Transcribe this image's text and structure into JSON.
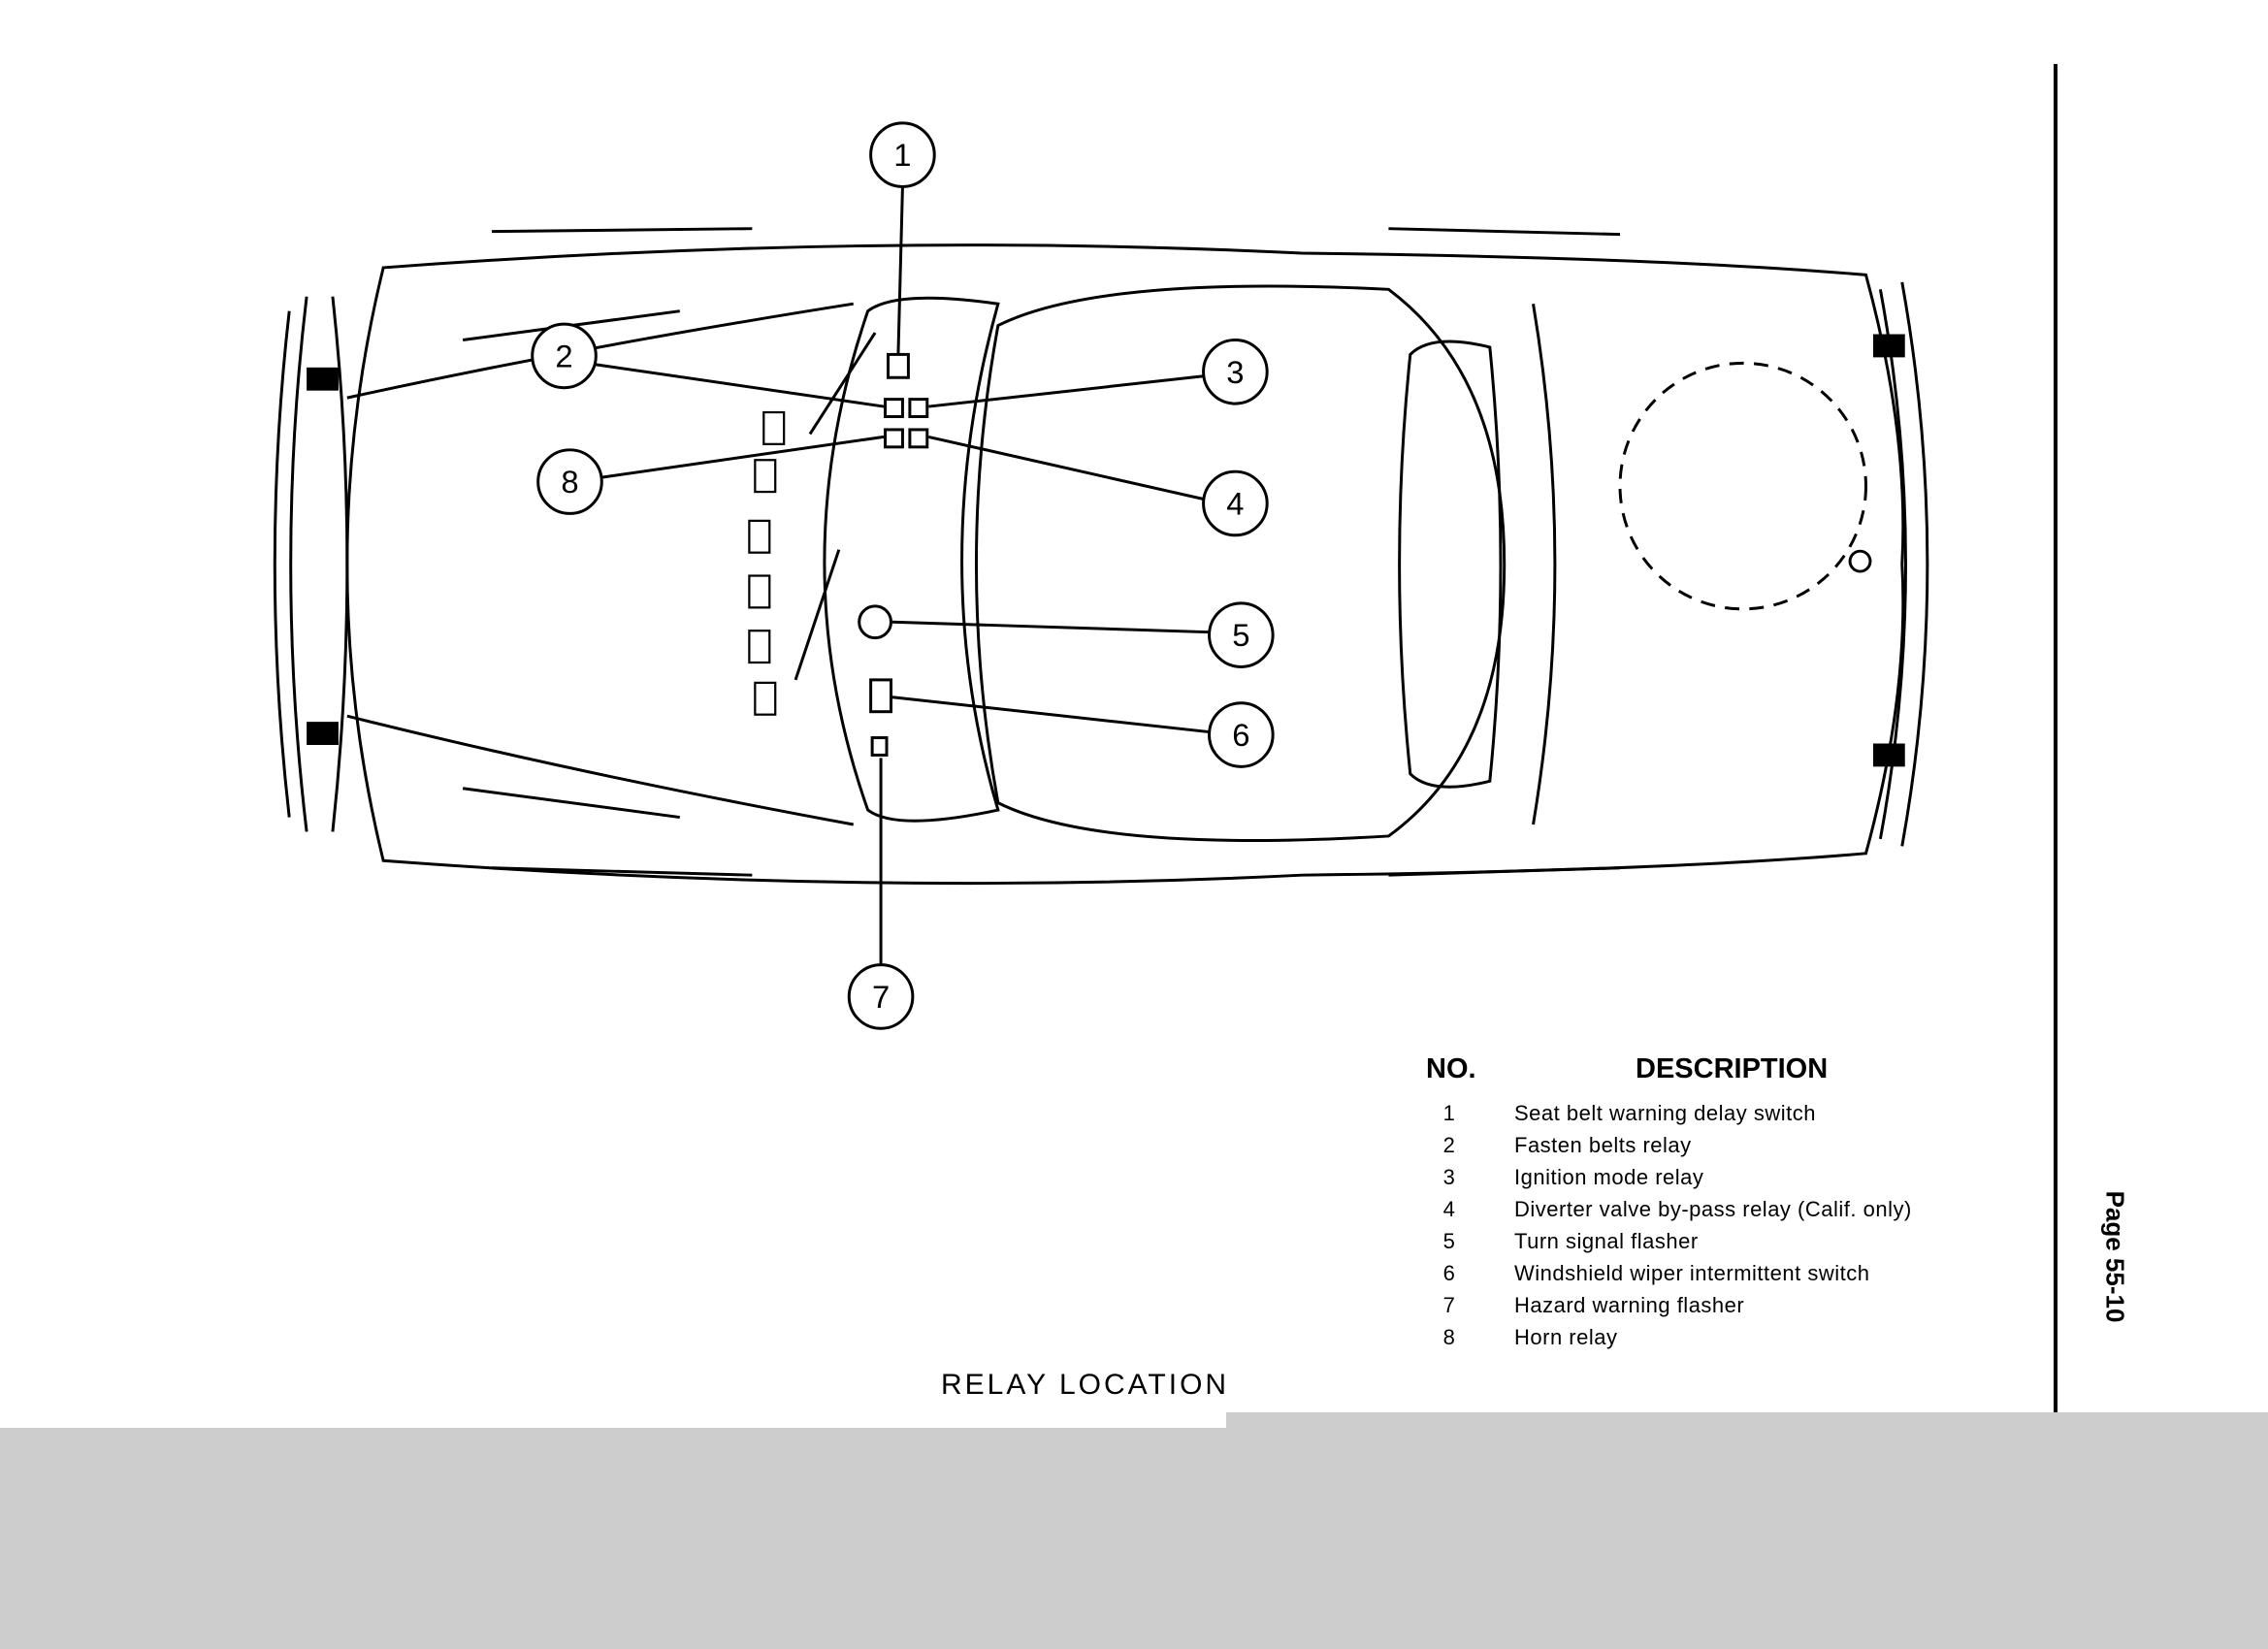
{
  "diagram": {
    "callouts": [
      "1",
      "2",
      "3",
      "4",
      "5",
      "6",
      "7",
      "8"
    ]
  },
  "table": {
    "header_no": "NO.",
    "header_description": "DESCRIPTION",
    "rows": [
      {
        "no": "1",
        "description": "Seat belt warning delay switch"
      },
      {
        "no": "2",
        "description": "Fasten belts relay"
      },
      {
        "no": "3",
        "description": "Ignition mode relay"
      },
      {
        "no": "4",
        "description": "Diverter valve by-pass relay (Calif. only)"
      },
      {
        "no": "5",
        "description": "Turn signal flasher"
      },
      {
        "no": "6",
        "description": "Windshield wiper intermittent switch"
      },
      {
        "no": "7",
        "description": "Hazard warning flasher"
      },
      {
        "no": "8",
        "description": "Horn relay"
      }
    ]
  },
  "page_label": "Page 55-10",
  "caption": "RELAY LOCATION"
}
